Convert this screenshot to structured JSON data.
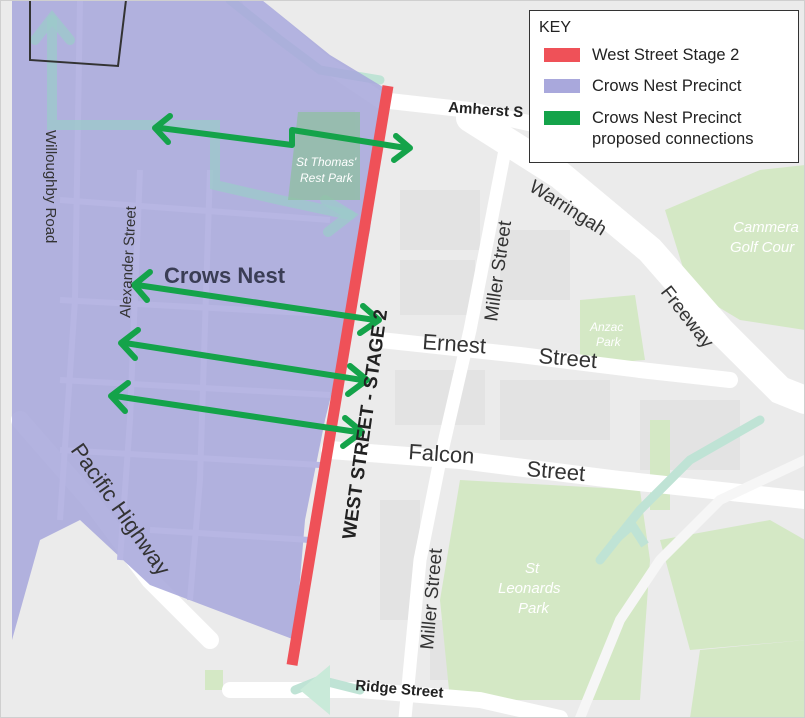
{
  "colors": {
    "west_street": "#ef5158",
    "precinct": "#a9a8dc",
    "connections": "#14a34a",
    "park": "#d6e9c8",
    "road": "#ffffff",
    "background": "#eeeeee"
  },
  "key": {
    "title": "KEY",
    "items": [
      {
        "label": "West Street Stage 2",
        "color": "#ef5158"
      },
      {
        "label": "Crows Nest Precinct",
        "color": "#a9a8dc"
      },
      {
        "label": "Crows Nest Precinct proposed connections",
        "color": "#14a34a"
      }
    ]
  },
  "labels": {
    "amherst": "Amherst S",
    "st_thomas": "St Thomas'",
    "rest_park": "Rest Park",
    "willoughby": "Willoughby Road",
    "alexander": "Alexander Street",
    "crows_nest": "Crows Nest",
    "miller_top": "Miller Street",
    "warringah": "Warringah",
    "freeway": "Freeway",
    "cammeray": "Cammera",
    "golf": "Golf Cour",
    "anzac": "Anzac",
    "anzac_park": "Park",
    "ernest": "Ernest",
    "ernest_street": "Street",
    "west_street_stage": "WEST STREET - STAGE 2",
    "falcon": "Falcon",
    "falcon_street": "Street",
    "pacific": "Pacific Highway",
    "miller_bottom": "Miller Street",
    "st": "St",
    "leonards": "Leonards",
    "leonards_park": "Park",
    "ridge": "Ridge Street"
  }
}
